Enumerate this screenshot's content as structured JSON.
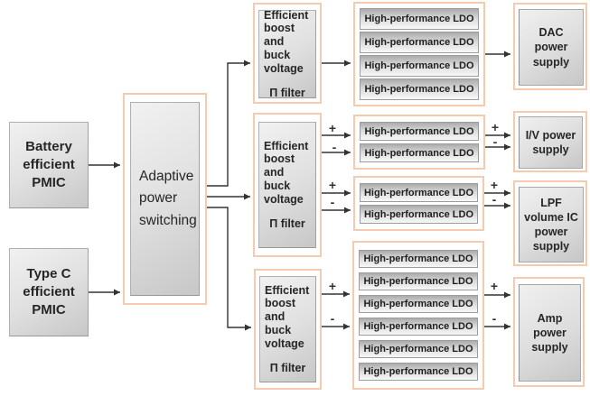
{
  "colors": {
    "accent_border": "#f4cbae",
    "arrow": "#333333",
    "box_fill_light": "#f1f1f1",
    "box_fill_dark": "#c7c7c7",
    "text": "#262626"
  },
  "sources": {
    "battery": "Battery\nefficient\nPMIC",
    "typec": "Type C\nefficient\nPMIC"
  },
  "switch": {
    "label": "Adaptive\npower\nswitching"
  },
  "converters": {
    "top": {
      "title": "Efficient\nboost and\nbuck\nvoltage",
      "filter": "Π filter"
    },
    "mid": {
      "title": "Efficient\nboost and\nbuck\nvoltage",
      "filter": "Π filter"
    },
    "bottom": {
      "title": "Efficient\nboost and\nbuck\nvoltage",
      "filter": "Π filter"
    }
  },
  "ldo_groups": {
    "dac": [
      "High-performance LDO",
      "High-performance LDO",
      "High-performance LDO",
      "High-performance LDO"
    ],
    "iv": [
      "High-performance LDO",
      "High-performance LDO"
    ],
    "lpf": [
      "High-performance LDO",
      "High-performance LDO"
    ],
    "amp": [
      "High-performance LDO",
      "High-performance LDO",
      "High-performance LDO",
      "High-performance LDO",
      "High-performance LDO",
      "High-performance LDO"
    ]
  },
  "outputs": {
    "dac": "DAC\npower\nsupply",
    "iv": "I/V power\nsupply",
    "lpf": "LPF\nvolume IC\npower\nsupply",
    "amp": "Amp\npower\nsupply"
  },
  "signs": {
    "plus": "+",
    "minus": "-"
  }
}
